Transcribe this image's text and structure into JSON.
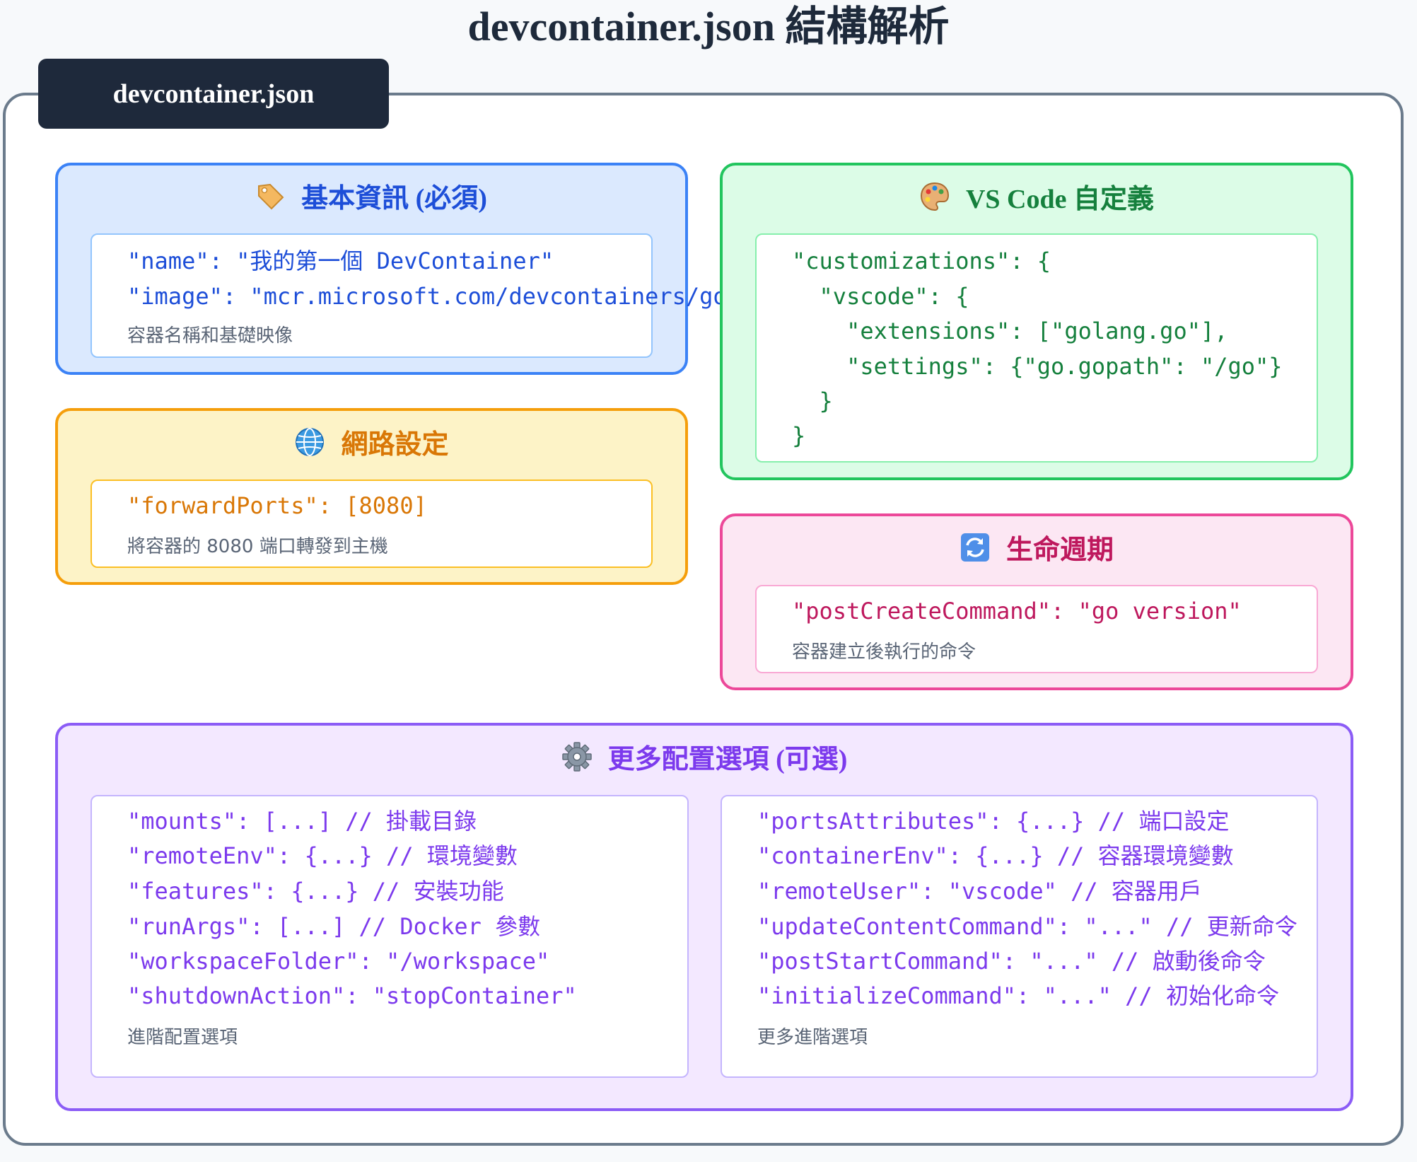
{
  "title": "devcontainer.json 結構解析",
  "file_tab": "devcontainer.json",
  "sections": {
    "basic": {
      "icon": "tag-icon",
      "title": "基本資訊 (必須)",
      "lines": [
        "\"name\": \"我的第一個 DevContainer\"",
        "\"image\": \"mcr.microsoft.com/devcontainers/go"
      ],
      "note": "容器名稱和基礎映像",
      "color": "#1d4ed8"
    },
    "network": {
      "icon": "globe-icon",
      "title": "網路設定",
      "lines": [
        "\"forwardPorts\": [8080]"
      ],
      "note": "將容器的 8080 端口轉發到主機",
      "color": "#d97706"
    },
    "vscode": {
      "icon": "palette-icon",
      "title": "VS Code 自定義",
      "lines": [
        "\"customizations\": {",
        "  \"vscode\": {",
        "    \"extensions\": [\"golang.go\"],",
        "    \"settings\": {\"go.gopath\": \"/go\"}",
        "  }",
        "}"
      ],
      "color": "#15803d"
    },
    "lifecycle": {
      "icon": "cycle-arrows-icon",
      "title": "生命週期",
      "lines": [
        "\"postCreateCommand\": \"go version\""
      ],
      "note": "容器建立後執行的命令",
      "color": "#be185d"
    },
    "more": {
      "icon": "gear-icon",
      "title": "更多配置選項 (可選)",
      "left_lines": [
        "\"mounts\": [...] // 掛載目錄",
        "\"remoteEnv\": {...} // 環境變數",
        "\"features\": {...} // 安裝功能",
        "\"runArgs\": [...] // Docker 參數",
        "\"workspaceFolder\": \"/workspace\"",
        "\"shutdownAction\": \"stopContainer\""
      ],
      "left_note": "進階配置選項",
      "right_lines": [
        "\"portsAttributes\": {...} // 端口設定",
        "\"containerEnv\": {...} // 容器環境變數",
        "\"remoteUser\": \"vscode\" // 容器用戶",
        "\"updateContentCommand\": \"...\" // 更新命令",
        "\"postStartCommand\": \"...\" // 啟動後命令",
        "\"initializeCommand\": \"...\" // 初始化命令"
      ],
      "right_note": "更多進階選項",
      "color": "#7c3aed"
    }
  }
}
